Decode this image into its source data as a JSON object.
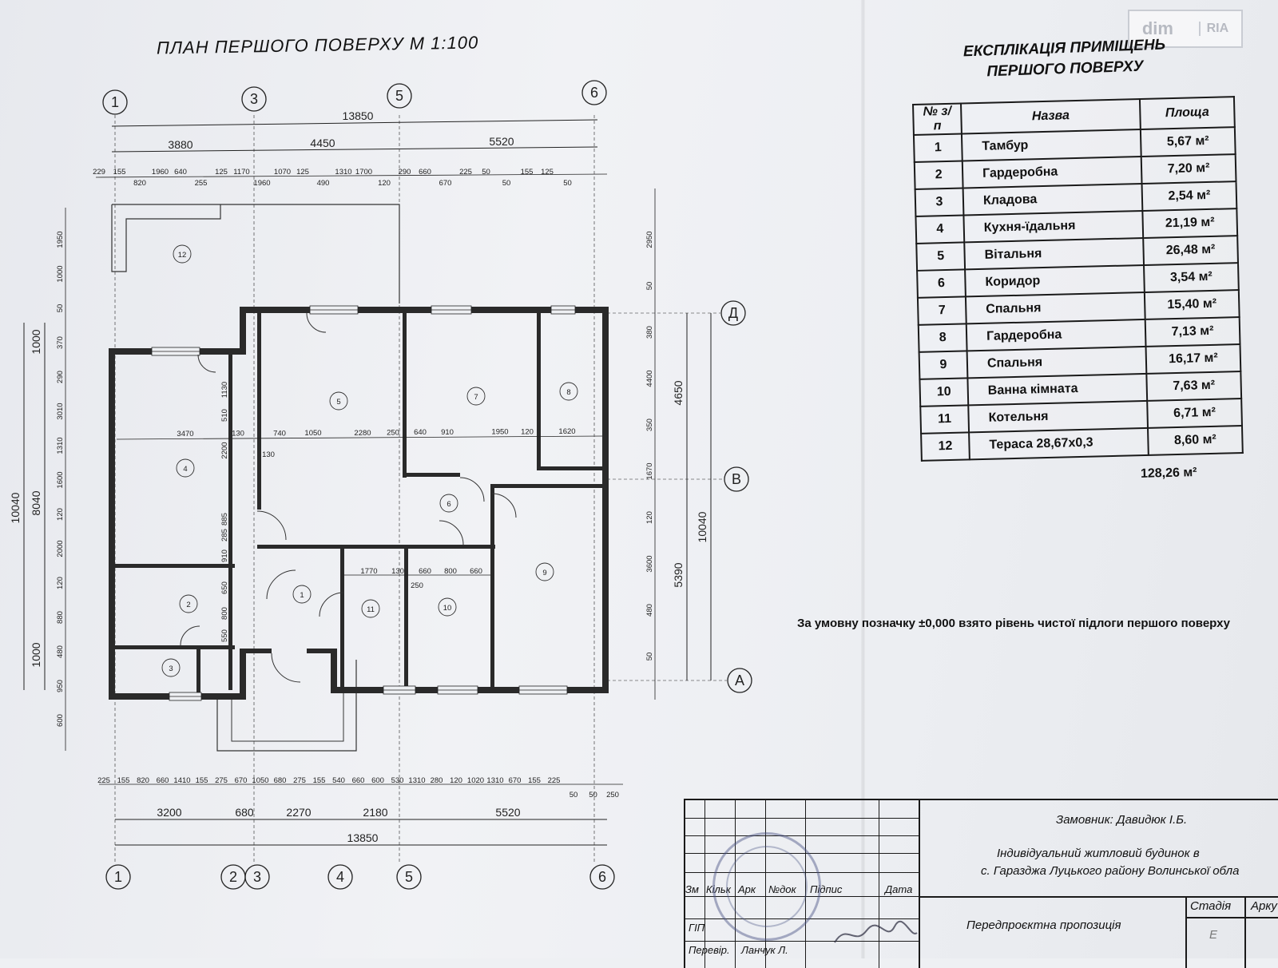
{
  "plan": {
    "title": "ПЛАН ПЕРШОГО ПОВЕРХУ  М 1:100",
    "axes_top": [
      "1",
      "3",
      "5",
      "6"
    ],
    "axes_bottom": [
      "1",
      "2",
      "3",
      "4",
      "5",
      "6"
    ],
    "axes_right": [
      "Д",
      "В",
      "А"
    ],
    "top_overall": "13850",
    "top_segments": [
      "3880",
      "4450",
      "5520"
    ],
    "top_details": [
      "229",
      "155",
      "820",
      "1960",
      "640",
      "255",
      "125",
      "1170",
      "1960",
      "1070",
      "125",
      "490",
      "1310",
      "1700",
      "120",
      "290",
      "660",
      "670",
      "225",
      "50",
      "50",
      "155",
      "125",
      "50"
    ],
    "bottom_overall": "13850",
    "bottom_segments": [
      "3200",
      "680",
      "2270",
      "2180",
      "5520"
    ],
    "bottom_details": [
      "225",
      "155",
      "820",
      "660",
      "1410",
      "155",
      "275",
      "670",
      "1050",
      "680",
      "275",
      "155",
      "540",
      "660",
      "600",
      "530",
      "1310",
      "280",
      "120",
      "1020",
      "1310",
      "670",
      "155",
      "225",
      "50",
      "50",
      "250"
    ],
    "left_overall": "10040",
    "left_segments": [
      "1000",
      "8040",
      "1000"
    ],
    "left_details": [
      "1950",
      "1000",
      "50",
      "370",
      "290",
      "3010",
      "1310",
      "1600",
      "120",
      "2000",
      "120",
      "880",
      "480",
      "950",
      "600"
    ],
    "right_overall": "10040",
    "right_segments": [
      "4650",
      "5390"
    ],
    "right_details": [
      "2950",
      "50",
      "380",
      "4400",
      "350",
      "1670",
      "120",
      "3600",
      "480",
      "50"
    ],
    "interior_dims": [
      "3470",
      "130",
      "740",
      "1050",
      "2280",
      "250",
      "640",
      "910",
      "1950",
      "120",
      "1620",
      "130",
      "1770",
      "130",
      "660",
      "800",
      "660",
      "250",
      "1130",
      "510",
      "2200",
      "885",
      "285",
      "910",
      "650",
      "800",
      "550"
    ],
    "rooms": [
      "1",
      "2",
      "3",
      "4",
      "5",
      "6",
      "7",
      "8",
      "9",
      "10",
      "11",
      "12"
    ]
  },
  "explication": {
    "title_line1": "ЕКСПЛІКАЦІЯ  ПРИМІЩЕНЬ",
    "title_line2": "ПЕРШОГО  ПОВЕРХУ",
    "headers": {
      "num": "№ з/п",
      "name": "Назва",
      "area": "Площа"
    },
    "rows": [
      {
        "num": "1",
        "name": "Тамбур",
        "area": "5,67 м²"
      },
      {
        "num": "2",
        "name": "Гардеробна",
        "area": "7,20 м²"
      },
      {
        "num": "3",
        "name": "Кладова",
        "area": "2,54 м²"
      },
      {
        "num": "4",
        "name": "Кухня-їдальня",
        "area": "21,19 м²"
      },
      {
        "num": "5",
        "name": "Вітальня",
        "area": "26,48 м²"
      },
      {
        "num": "6",
        "name": "Коридор",
        "area": "3,54 м²"
      },
      {
        "num": "7",
        "name": "Спальня",
        "area": "15,40 м²"
      },
      {
        "num": "8",
        "name": "Гардеробна",
        "area": "7,13 м²"
      },
      {
        "num": "9",
        "name": "Спальня",
        "area": "16,17 м²"
      },
      {
        "num": "10",
        "name": "Ванна кімната",
        "area": "7,63 м²"
      },
      {
        "num": "11",
        "name": "Котельня",
        "area": "6,71 м²"
      },
      {
        "num": "12",
        "name": "Тераса  28,67х0,3",
        "area": "8,60 м²"
      }
    ],
    "total": "128,26 м²"
  },
  "note": "За умовну позначку ±0,000 взято рівень чистої підлоги першого поверху",
  "title_block": {
    "customer": "Замовник:  Давидюк І.Б.",
    "project_line1": "Індивідуальний житловий будинок в",
    "project_line2": "с. Гаразджа Луцького району Волинської обла",
    "stage_label": "Стадія",
    "sheet_label": "Арку",
    "stage_value": "Е",
    "phase": "Передпроєктна пропозиція",
    "columns": [
      "Зм",
      "Кільк",
      "Арк",
      "№док",
      "Підпис",
      "Дата"
    ],
    "row_gip": "ГІП",
    "row_check": "Перевір.",
    "checker": "Ланчук Л."
  },
  "watermark": {
    "left": "dim",
    "right": "RIA"
  }
}
